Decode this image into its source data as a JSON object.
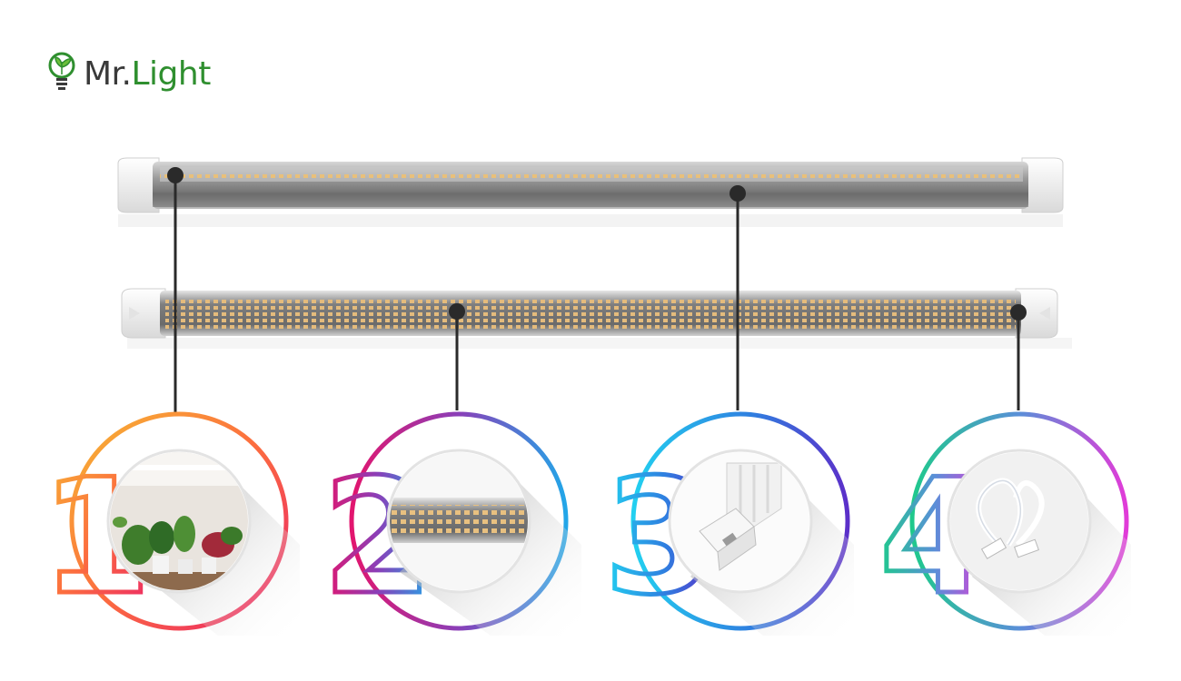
{
  "logo": {
    "name_part1": "Mr.",
    "name_part2": "Light"
  },
  "features": [
    {
      "number": "1",
      "icon": "plants-photo"
    },
    {
      "number": "2",
      "icon": "led-strip-closeup"
    },
    {
      "number": "3",
      "icon": "end-cap-connector"
    },
    {
      "number": "4",
      "icon": "connecting-cable"
    }
  ],
  "colors": {
    "brand_green": "#2f8f2f",
    "brand_gray": "#3a3a3a"
  }
}
